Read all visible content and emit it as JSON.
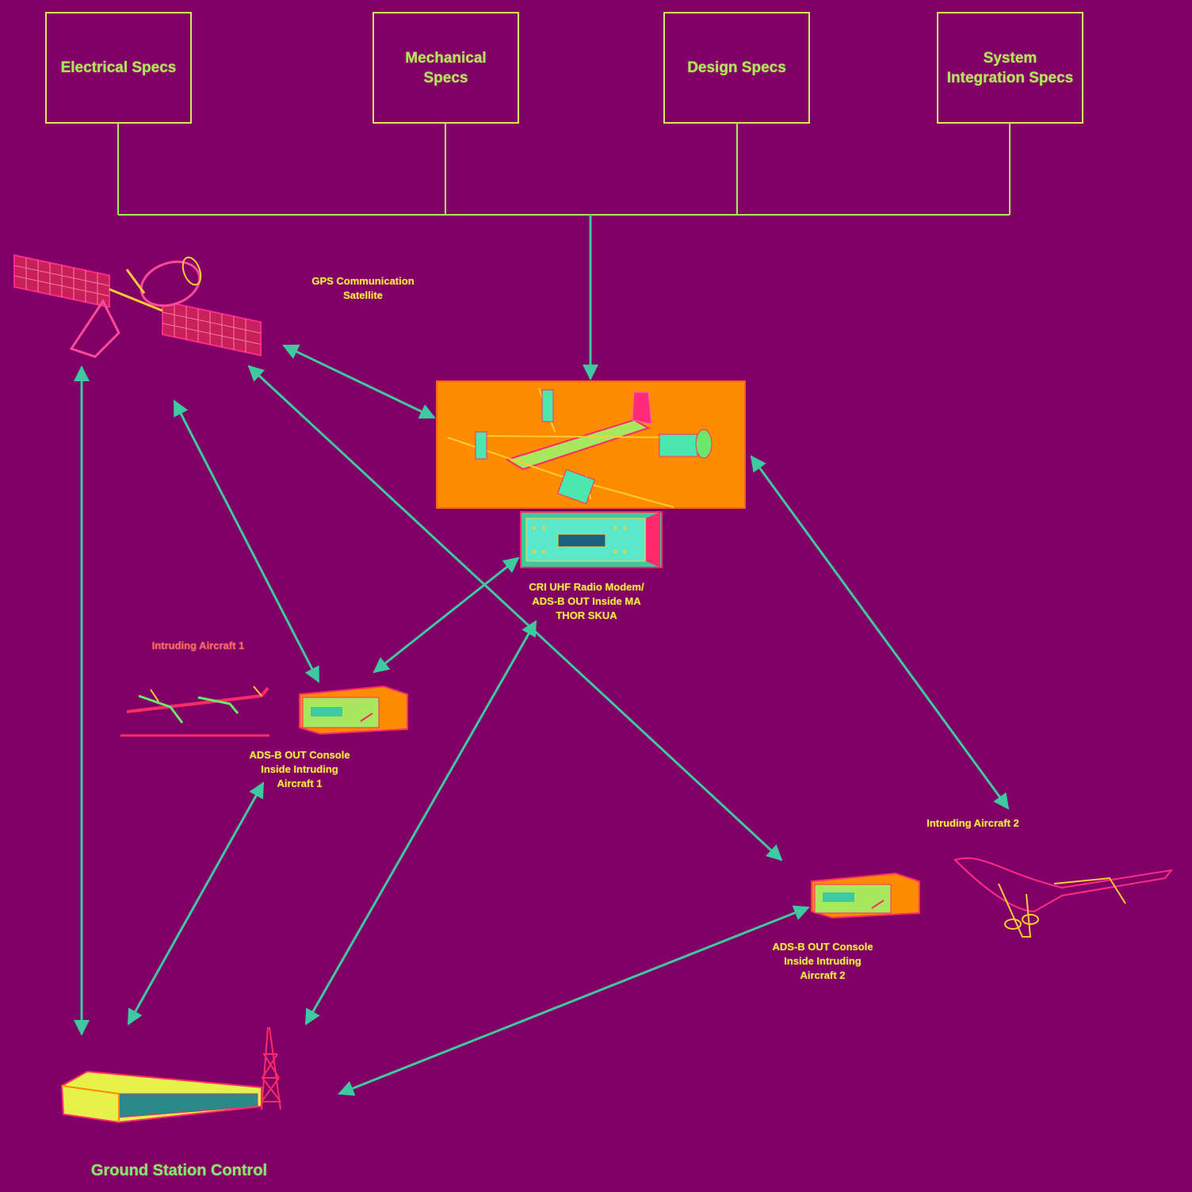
{
  "spec_boxes": {
    "electrical": "Electrical Specs",
    "mechanical": "Mechanical\nSpecs",
    "design": "Design Specs",
    "system_integration": "System\nIntegration Specs"
  },
  "labels": {
    "gps_satellite": "GPS Communication\nSatellite",
    "radio_modem": "CRI UHF Radio Modem/\nADS-B OUT Inside MA\nTHOR SKUA",
    "intruding_aircraft_1": "Intruding Aircraft 1",
    "console_aircraft_1": "ADS-B OUT Console\nInside Intruding\nAircraft 1",
    "intruding_aircraft_2": "Intruding Aircraft 2",
    "console_aircraft_2": "ADS-B OUT Console\nInside Intruding\nAircraft 2",
    "ground_station": "Ground Station Control"
  },
  "colors": {
    "background": "#800066",
    "connector": "#3ec9a0",
    "spec_border": "#d8e85a",
    "uav_panel": "#ff8c00"
  },
  "icons": {
    "satellite": "satellite-icon",
    "uav": "uav-drone-icon",
    "radio_modem": "radio-modem-icon",
    "console": "console-unit-icon",
    "airliner": "airliner-icon",
    "ground_station": "ground-station-icon",
    "antenna": "radio-tower-icon"
  }
}
